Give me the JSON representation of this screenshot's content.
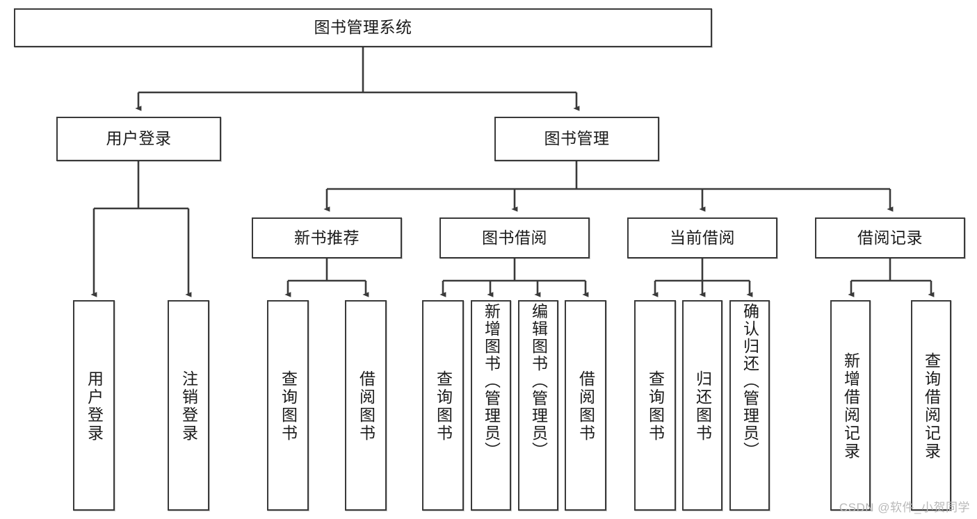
{
  "diagram": {
    "title": "图书管理系统",
    "type": "tree",
    "watermark": "CSDN @软件_小贺同学",
    "colors": {
      "box_border": "#3a3a3a",
      "box_fill": "#ffffff",
      "edge": "#3a3a3a",
      "text": "#1a1a1a",
      "watermark": "#b9b9b9"
    },
    "levels": {
      "root": "图书管理系统",
      "level2": [
        "用户登录",
        "图书管理"
      ],
      "level3": [
        "新书推荐",
        "图书借阅",
        "当前借阅",
        "借阅记录"
      ]
    },
    "nodes": {
      "root": {
        "label": "图书管理系统"
      },
      "user_login": {
        "label": "用户登录"
      },
      "book_manage": {
        "label": "图书管理"
      },
      "new_book_rec": {
        "label": "新书推荐"
      },
      "book_borrow": {
        "label": "图书借阅"
      },
      "current_borrow": {
        "label": "当前借阅"
      },
      "borrow_record": {
        "label": "借阅记录"
      },
      "leaf_user_login": {
        "label": "用户登录"
      },
      "leaf_logout": {
        "label": "注销登录"
      },
      "leaf_query_book_1": {
        "label": "查询图书"
      },
      "leaf_borrow_book_1": {
        "label": "借阅图书"
      },
      "leaf_query_book_2": {
        "label": "查询图书"
      },
      "leaf_add_book": {
        "label": "新增图书（管理员）"
      },
      "leaf_edit_book": {
        "label": "编辑图书（管理员）"
      },
      "leaf_borrow_book_2": {
        "label": "借阅图书"
      },
      "leaf_query_book_3": {
        "label": "查询图书"
      },
      "leaf_return_book": {
        "label": "归还图书"
      },
      "leaf_confirm_return": {
        "label": "确认归还（管理员）"
      },
      "leaf_add_record": {
        "label": "新增借阅记录"
      },
      "leaf_query_record": {
        "label": "查询借阅记录"
      }
    },
    "edges": [
      {
        "from": "root",
        "to": "user_login"
      },
      {
        "from": "root",
        "to": "book_manage"
      },
      {
        "from": "user_login",
        "to": "leaf_user_login"
      },
      {
        "from": "user_login",
        "to": "leaf_logout"
      },
      {
        "from": "book_manage",
        "to": "new_book_rec"
      },
      {
        "from": "book_manage",
        "to": "book_borrow"
      },
      {
        "from": "book_manage",
        "to": "current_borrow"
      },
      {
        "from": "book_manage",
        "to": "borrow_record"
      },
      {
        "from": "new_book_rec",
        "to": "leaf_query_book_1"
      },
      {
        "from": "new_book_rec",
        "to": "leaf_borrow_book_1"
      },
      {
        "from": "book_borrow",
        "to": "leaf_query_book_2"
      },
      {
        "from": "book_borrow",
        "to": "leaf_add_book"
      },
      {
        "from": "book_borrow",
        "to": "leaf_edit_book"
      },
      {
        "from": "book_borrow",
        "to": "leaf_borrow_book_2"
      },
      {
        "from": "current_borrow",
        "to": "leaf_query_book_3"
      },
      {
        "from": "current_borrow",
        "to": "leaf_return_book"
      },
      {
        "from": "current_borrow",
        "to": "leaf_confirm_return"
      },
      {
        "from": "borrow_record",
        "to": "leaf_add_record"
      },
      {
        "from": "borrow_record",
        "to": "leaf_query_record"
      }
    ]
  }
}
